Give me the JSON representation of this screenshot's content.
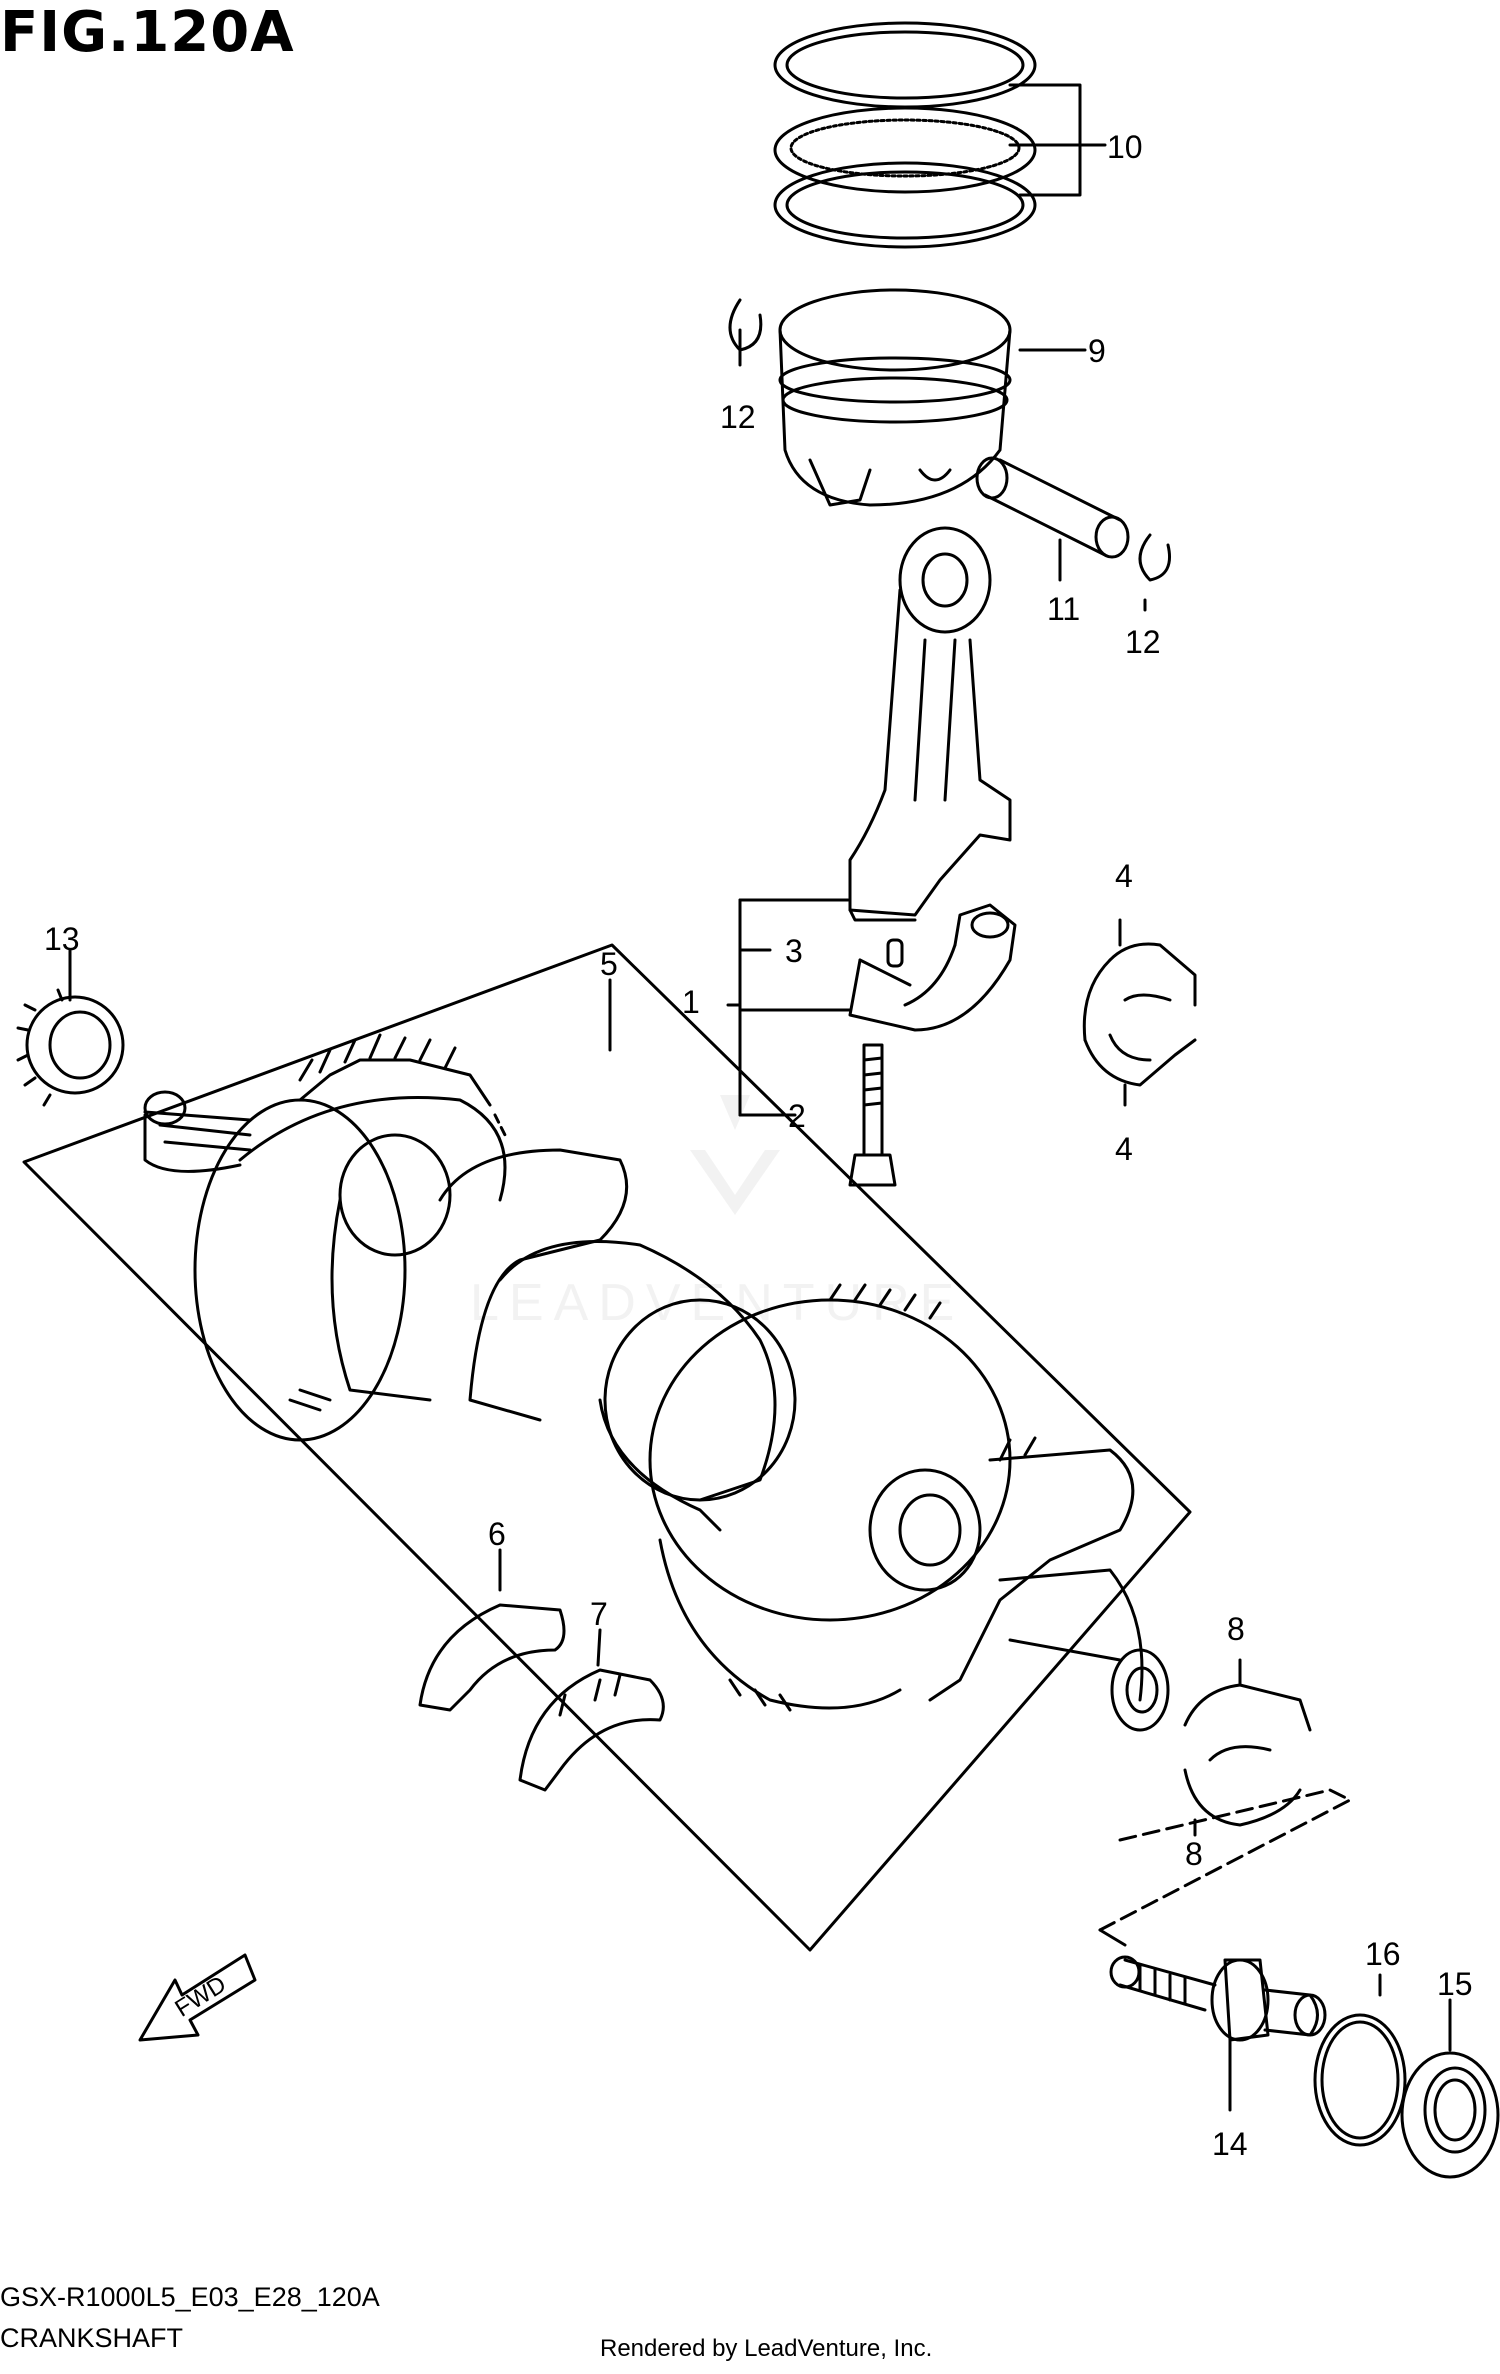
{
  "figure": {
    "title": "FIG.120A",
    "model_code": "GSX-R1000L5_E03_E28_120A",
    "section_name": "CRANKSHAFT",
    "rendered_by": "Rendered by LeadVenture, Inc.",
    "watermark": "LEADVENTURE",
    "direction_marker": "FWD"
  },
  "callouts": {
    "c1": "1",
    "c2": "2",
    "c3": "3",
    "c4a": "4",
    "c4b": "4",
    "c5": "5",
    "c6": "6",
    "c7": "7",
    "c8a": "8",
    "c8b": "8",
    "c9": "9",
    "c10": "10",
    "c11": "11",
    "c12a": "12",
    "c12b": "12",
    "c13": "13",
    "c14": "14",
    "c15": "15",
    "c16": "16"
  },
  "colors": {
    "line": "#000000",
    "background": "#ffffff",
    "watermark": "#e6e6e6"
  }
}
